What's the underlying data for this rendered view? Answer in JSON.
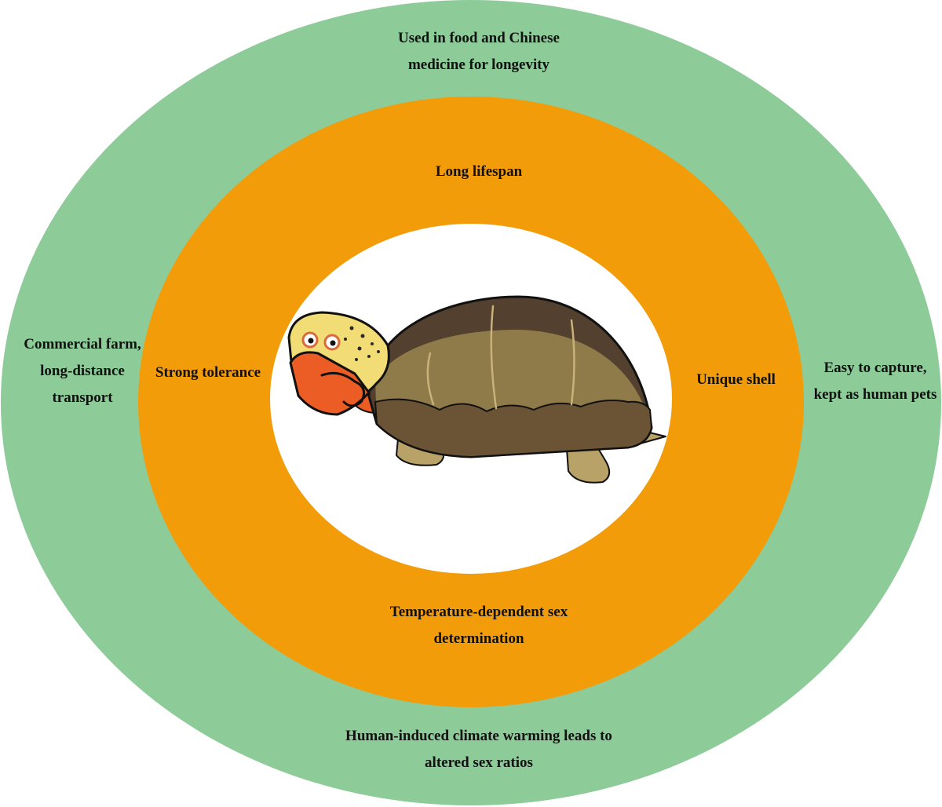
{
  "colors": {
    "outer_ring": "#8dcb98",
    "middle_ring": "#f39c0a",
    "center": "#ffffff",
    "shell_dark": "#53402f",
    "shell_light": "#8f7a49",
    "head_yellow": "#f2dc76",
    "head_orange": "#eb5d24"
  },
  "outer_ring": {
    "top": "Used in food and Chinese\nmedicine for longevity",
    "left": "Commercial farm,\nlong-distance\ntransport",
    "right": "Easy to capture,\nkept as human pets",
    "bottom": "Human-induced climate warming leads to\naltered sex ratios"
  },
  "middle_ring": {
    "top": "Long lifespan",
    "left": "Strong tolerance",
    "right": "Unique shell",
    "bottom": "Temperature-dependent sex\ndetermination"
  },
  "center": {
    "icon": "turtle-illustration"
  }
}
